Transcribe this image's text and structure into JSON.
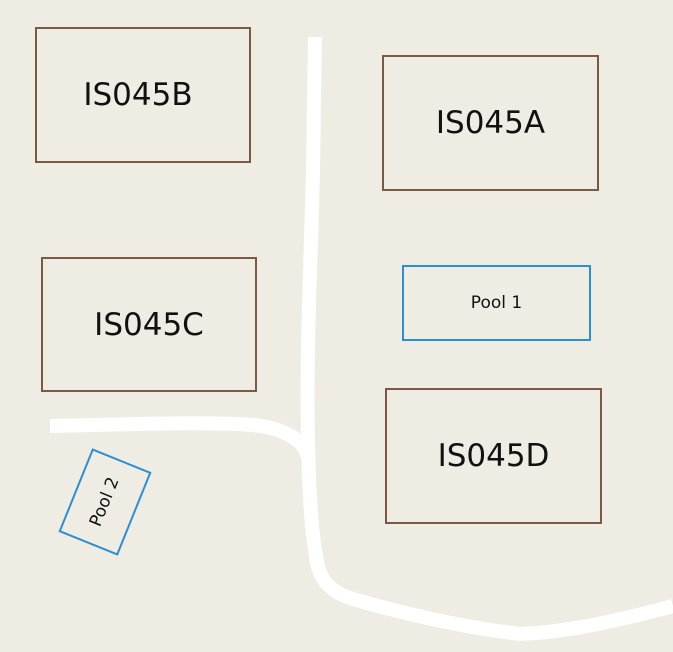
{
  "map": {
    "background_color": "#efece4",
    "road_color": "#ffffff",
    "building_border_color": "#7a5a45",
    "pool_border_color": "#2b8fd6",
    "buildings": {
      "b": {
        "label": "IS045B"
      },
      "a": {
        "label": "IS045A"
      },
      "c": {
        "label": "IS045C"
      },
      "d": {
        "label": "IS045D"
      }
    },
    "pools": {
      "p1": {
        "label": "Pool 1"
      },
      "p2": {
        "label": "Pool 2"
      }
    }
  }
}
